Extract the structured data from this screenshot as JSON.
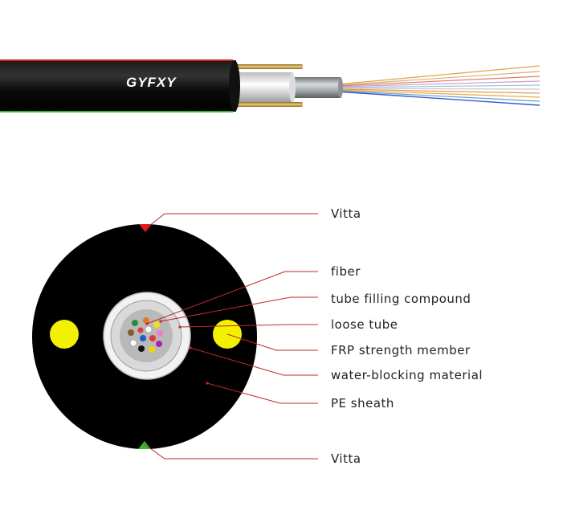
{
  "cable": {
    "brand_text": "GYFXY"
  },
  "labels": {
    "vitta_top": "Vitta",
    "fiber": "fiber",
    "tube_filling_compound": "tube filling compound",
    "loose_tube": "loose tube",
    "frp_strength_member": "FRP strength member",
    "water_blocking_material": "water-blocking material",
    "pe_sheath": "PE sheath",
    "vitta_bottom": "Vitta"
  },
  "colors": {
    "sheath": "#000000",
    "vitta_top": "#e11b1b",
    "vitta_bottom": "#2ebd2e",
    "frp_member": "#f2f200",
    "leader_line": "#c0272d",
    "tube": "#d9d9d9",
    "brass_wire": "#c9a23a"
  },
  "fiber_colors": [
    "#8b5a2b",
    "#e03a3a",
    "#1a5fcf",
    "#f0e020",
    "#ee80c0",
    "#2a8a3a",
    "#ffffff",
    "#e07a2a",
    "#b020b0",
    "#111111",
    "#bbbbbb",
    "#f7d300"
  ]
}
